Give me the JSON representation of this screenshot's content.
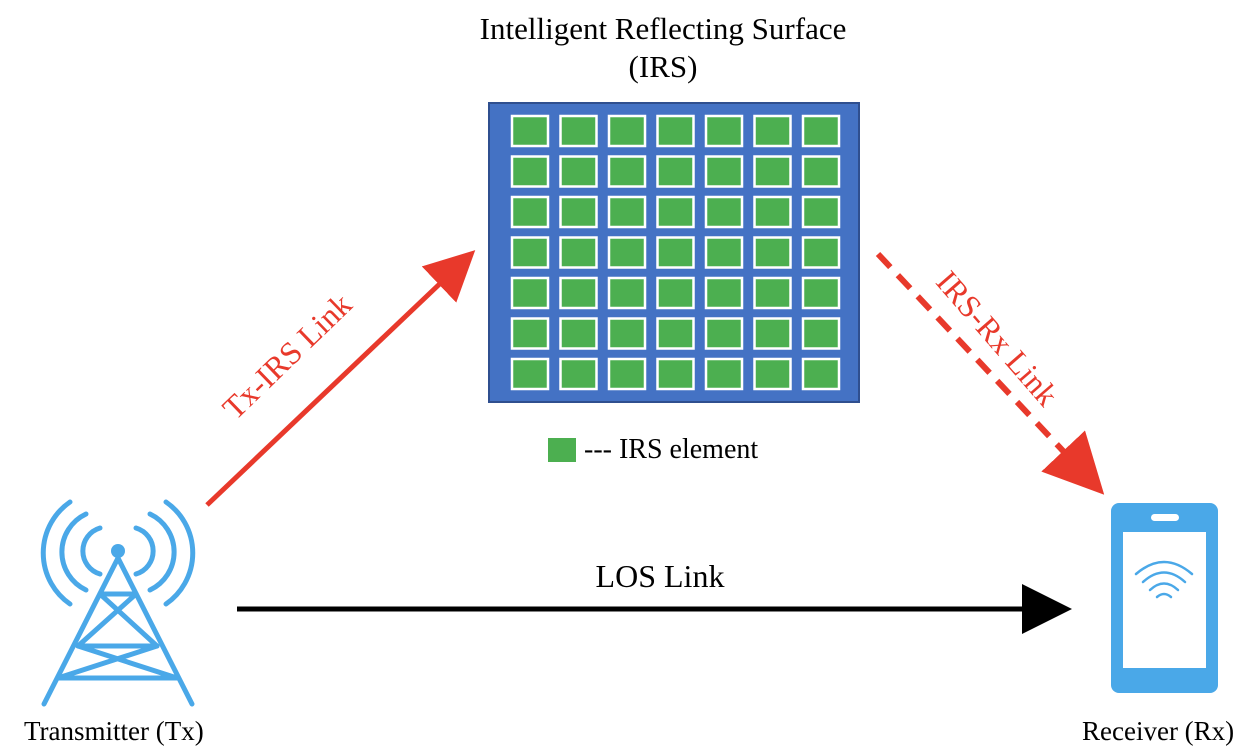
{
  "diagram": {
    "title_line1": "Intelligent Reflecting Surface",
    "title_line2": "(IRS)",
    "irs": {
      "rows": 7,
      "cols": 7,
      "panel_color": "#4472c4",
      "element_color": "#4caf50",
      "element_border": "#ffffff"
    },
    "legend": {
      "text": "--- IRS element",
      "swatch_color": "#4caf50"
    },
    "transmitter": {
      "label": "Transmitter (Tx)",
      "icon": "tower-antenna-icon",
      "color": "#4aa8e8"
    },
    "receiver": {
      "label": "Receiver (Rx)",
      "icon": "smartphone-wifi-icon",
      "color": "#4aa8e8"
    },
    "links": {
      "tx_irs": {
        "label": "Tx-IRS Link",
        "style": "solid",
        "color": "#e8392b"
      },
      "irs_rx": {
        "label": "IRS-Rx Link",
        "style": "dashed",
        "color": "#e8392b"
      },
      "los": {
        "label": "LOS Link",
        "style": "solid",
        "color": "#000000"
      }
    }
  }
}
